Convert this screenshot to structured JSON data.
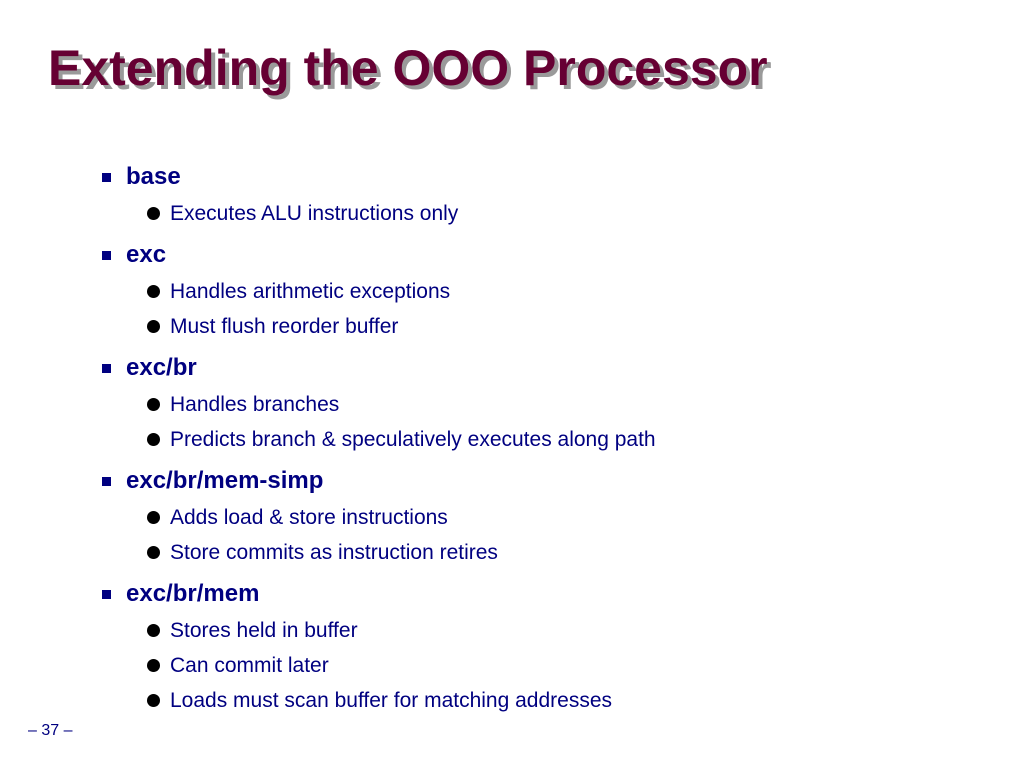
{
  "slide": {
    "title": "Extending the OOO Processor",
    "page_number": "– 37 –",
    "sections": [
      {
        "heading": "base",
        "items": [
          "Executes ALU instructions only"
        ]
      },
      {
        "heading": "exc",
        "items": [
          "Handles arithmetic exceptions",
          "Must flush reorder buffer"
        ]
      },
      {
        "heading": "exc/br",
        "items": [
          "Handles branches",
          "Predicts branch & speculatively executes along path"
        ]
      },
      {
        "heading": "exc/br/mem-simp",
        "items": [
          "Adds load & store instructions",
          "Store commits as instruction retires"
        ]
      },
      {
        "heading": "exc/br/mem",
        "items": [
          "Stores held in buffer",
          "Can commit later",
          "Loads must scan buffer for matching addresses"
        ]
      }
    ]
  },
  "colors": {
    "title": "#660033",
    "title_shadow": "#9a9a9a",
    "text": "#000080",
    "bullet_square": "#000080",
    "bullet_dot": "#000000"
  }
}
